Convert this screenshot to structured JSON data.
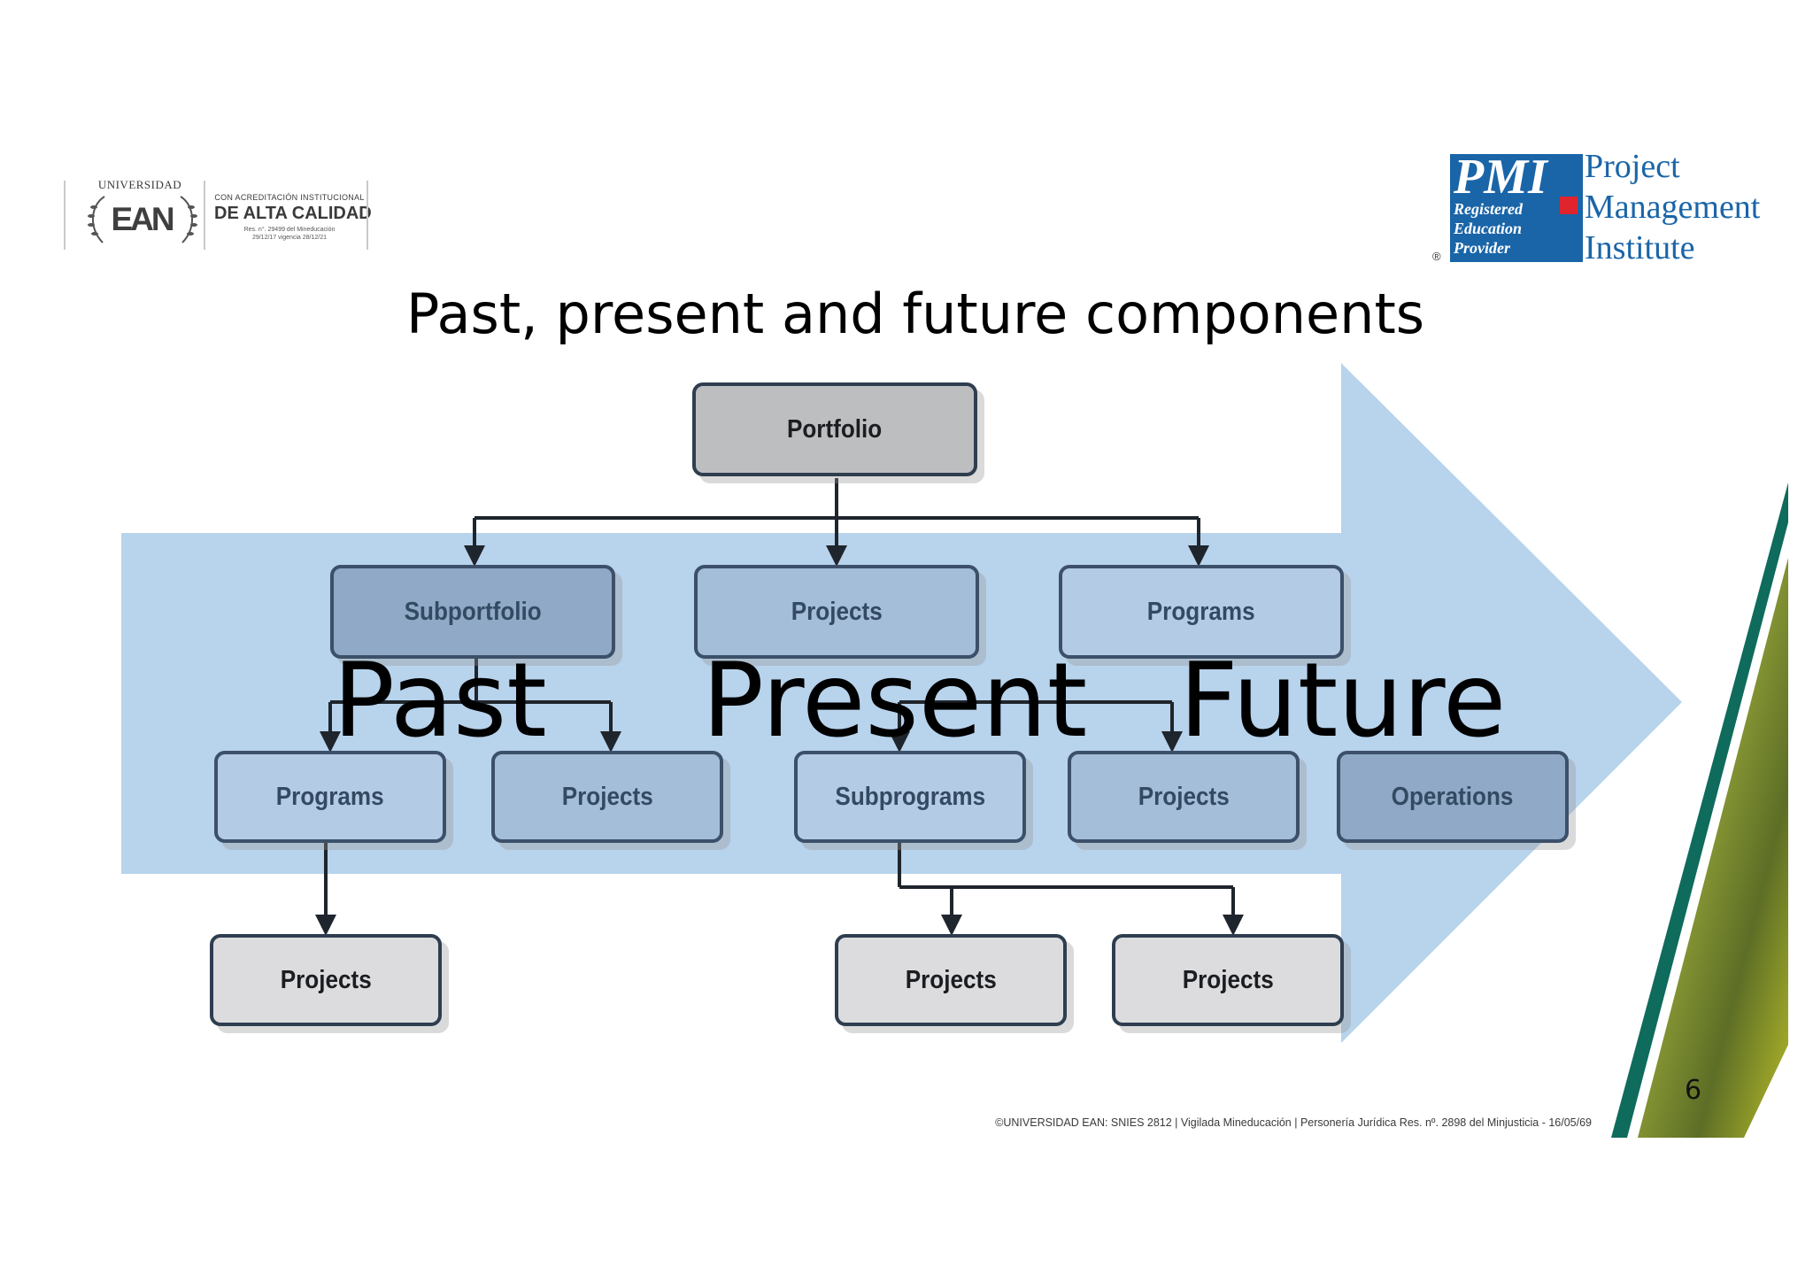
{
  "logos": {
    "ean": {
      "university": "UNIVERSIDAD",
      "name": "EAN",
      "accreditation_line1": "CON ACREDITACIÓN INSTITUCIONAL",
      "accreditation_line2": "DE ALTA CALIDAD",
      "accreditation_line3": "Res. n°. 29499 del Mineducación",
      "accreditation_line4": "29/12/17 vigencia 28/12/21"
    },
    "pmi": {
      "mark": "PMI",
      "registered": "Registered",
      "education": "Education",
      "provider": "Provider",
      "reg_symbol": "®",
      "line1": "Project",
      "line2": "Management",
      "line3": "Institute"
    }
  },
  "title": "Past, present and future components",
  "diagram": {
    "portfolio": "Portfolio",
    "level2": [
      "Subportfolio",
      "Projects",
      "Programs"
    ],
    "level3": [
      "Programs",
      "Projects",
      "Subprograms",
      "Projects",
      "Operations"
    ],
    "level4": [
      "Projects",
      "Projects",
      "Projects"
    ],
    "eras": [
      "Past",
      "Present",
      "Future"
    ]
  },
  "footer": "©UNIVERSIDAD EAN: SNIES 2812 | Vigilada Mineducación | Personería Jurídica Res. nº. 2898 del Minjusticia - 16/05/69",
  "page_number": "6",
  "colors": {
    "arrow": "#b8d3ec",
    "stripe_teal": "#0f6b5c",
    "stripe_green": "#7a8a2e",
    "pmi_blue": "#1a65a8",
    "pmi_red": "#e0242d"
  }
}
